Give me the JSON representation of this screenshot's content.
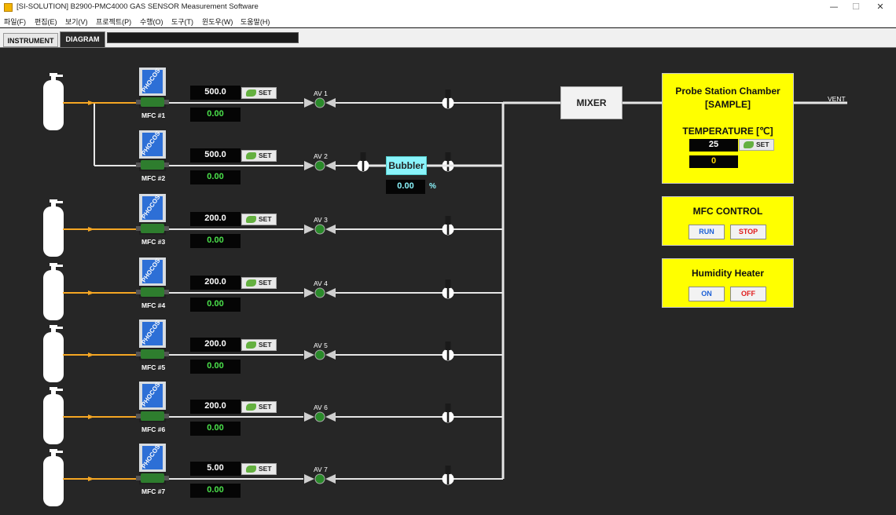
{
  "window": {
    "title": "[SI-SOLUTION] B2900-PMC4000 GAS SENSOR Measurement Software",
    "controls": [
      "—",
      "☐",
      "✕"
    ]
  },
  "menu": [
    "파일(F)",
    "편집(E)",
    "보기(V)",
    "프로젝트(P)",
    "수행(O)",
    "도구(T)",
    "윈도우(W)",
    "도움말(H)"
  ],
  "tabs": [
    {
      "label": "INSTRUMENT",
      "active": false
    },
    {
      "label": "DIAGRAM",
      "active": true
    }
  ],
  "mfc_brand": "PHOCOS",
  "set_label": "SET",
  "mfcs": [
    {
      "name": "MFC #1",
      "setpoint": "500.0",
      "reading": "0.00",
      "valve": "AV 1"
    },
    {
      "name": "MFC #2",
      "setpoint": "500.0",
      "reading": "0.00",
      "valve": "AV 2"
    },
    {
      "name": "MFC #3",
      "setpoint": "200.0",
      "reading": "0.00",
      "valve": "AV 3"
    },
    {
      "name": "MFC #4",
      "setpoint": "200.0",
      "reading": "0.00",
      "valve": "AV 4"
    },
    {
      "name": "MFC #5",
      "setpoint": "200.0",
      "reading": "0.00",
      "valve": "AV 5"
    },
    {
      "name": "MFC #6",
      "setpoint": "200.0",
      "reading": "0.00",
      "valve": "AV 6"
    },
    {
      "name": "MFC #7",
      "setpoint": "5.00",
      "reading": "0.00",
      "valve": "AV 7"
    }
  ],
  "bubbler": {
    "label": "Bubbler",
    "value": "0.00",
    "unit": "%"
  },
  "mixer": {
    "label": "MIXER"
  },
  "vent": {
    "label": "VENT"
  },
  "chamber": {
    "title_line1": "Probe Station Chamber",
    "title_line2": "[SAMPLE]",
    "temperature_label": "TEMPERATURE [℃]",
    "temperature_setpoint": "25",
    "temperature_reading": "0"
  },
  "mfc_control": {
    "title": "MFC CONTROL",
    "run_label": "RUN",
    "stop_label": "STOP"
  },
  "humidity_heater": {
    "title": "Humidity Heater",
    "on_label": "ON",
    "off_label": "OFF"
  },
  "colors": {
    "background": "#262626",
    "pipe": "#e6e6e6",
    "gas_inlet": "#f5a623",
    "panel_yellow": "#ffff00",
    "reading_green": "#4be24b",
    "bubbler_cyan": "#8af4fb",
    "valve_green": "#2f8a2f"
  },
  "icons": {
    "gas_cylinder": "gas-cylinder-icon",
    "mfc_device": "mfc-device-icon",
    "valve": "air-valve-icon",
    "check_valve": "check-valve-icon",
    "set_button": "recycle-icon"
  }
}
